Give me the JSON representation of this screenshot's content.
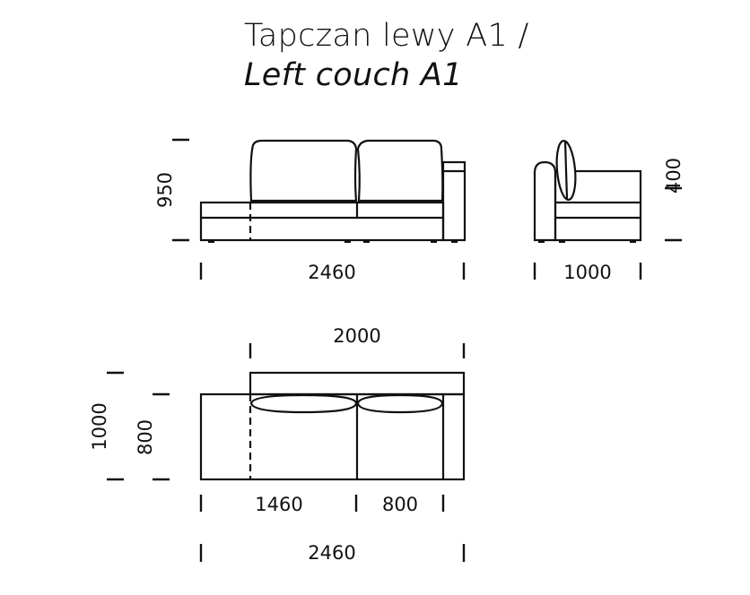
{
  "title": {
    "polish": "Tapczan lewy A1 /",
    "english": "Left couch A1"
  },
  "front_view": {
    "height_label": "950",
    "width_label": "2460"
  },
  "side_view": {
    "height_label": "400",
    "depth_label": "1000"
  },
  "top_view": {
    "back_width_label": "2000",
    "total_depth_label": "1000",
    "seat_depth_label": "800",
    "segment_labels": [
      "1460",
      "800"
    ],
    "total_width_label": "2460"
  },
  "colors": {
    "line": "#111111",
    "background": "#ffffff"
  }
}
